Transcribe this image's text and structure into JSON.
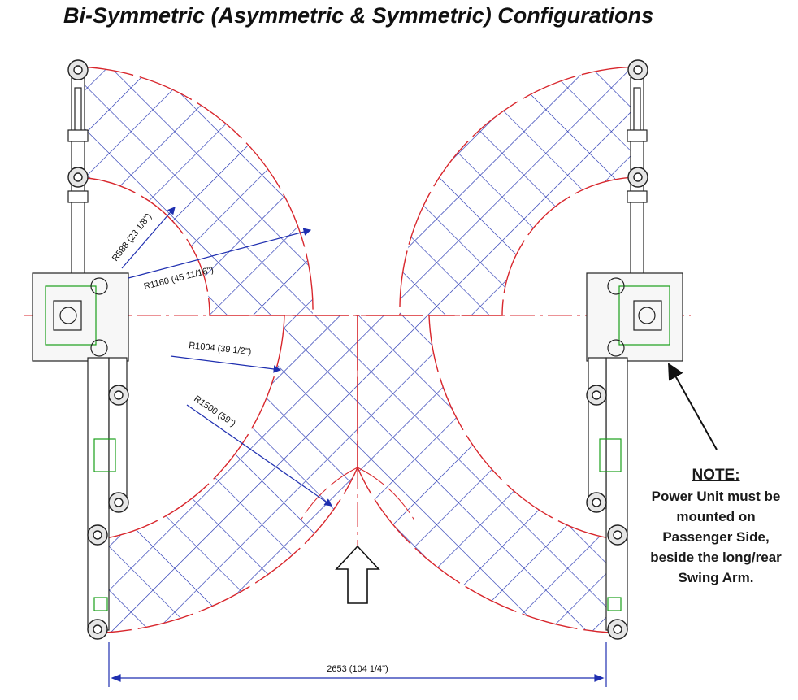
{
  "title": "Bi-Symmetric (Asymmetric & Symmetric) Configurations",
  "note": {
    "heading": "NOTE:",
    "lines": [
      "Power Unit must be",
      "mounted on",
      "Passenger Side,",
      "beside the long/rear",
      "Swing Arm."
    ]
  },
  "dimensions": {
    "r588": "R588 (23 1/8\")",
    "r1160": "R1160 (45 11/16\")",
    "r1004": "R1004 (39 1/2\")",
    "r1500": "R1500 (59\")",
    "width": "2653 (104 1/4\")"
  },
  "colors": {
    "hatch": "#1f2fb0",
    "arc": "#d8262c",
    "line": "#222222",
    "accent_green": "#1aa01a"
  },
  "icons": {
    "direction_arrow": "up-arrow-icon"
  }
}
